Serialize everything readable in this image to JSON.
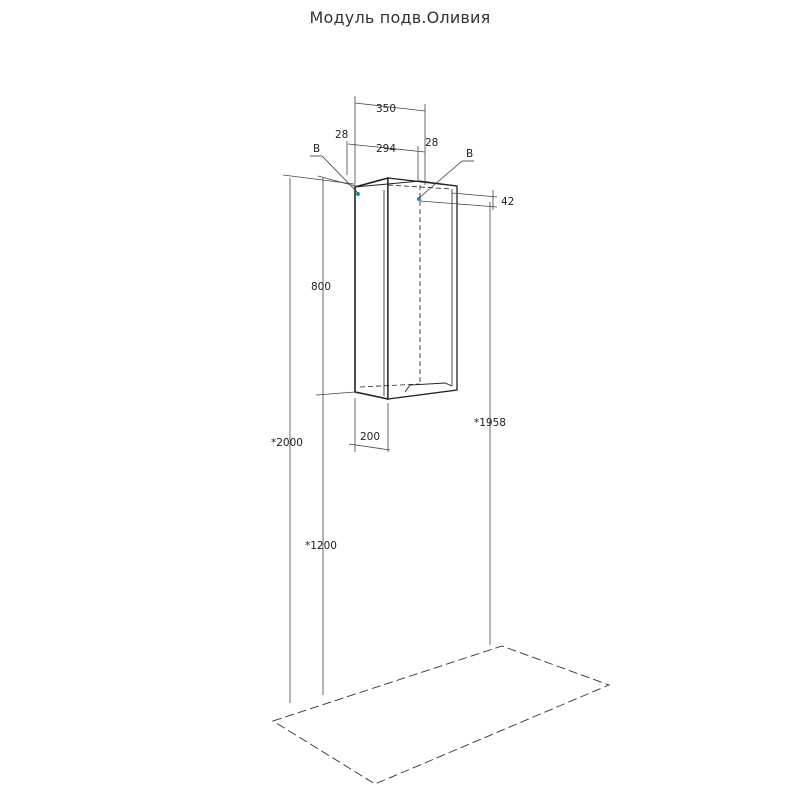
{
  "title": "Модуль подв.Оливия",
  "dimensions": {
    "overall_width": "350",
    "left_side": "28",
    "inner_width": "294",
    "right_side": "28",
    "depth_offset": "42",
    "height": "800",
    "depth": "200",
    "floor_to_top": "*2000",
    "floor_to_bottom": "*1200",
    "floor_to_mount": "*1958"
  },
  "markers": {
    "left": "B",
    "right": "B"
  },
  "colors": {
    "line": "#222222",
    "dim_line": "#444444",
    "mount_point": "#1b8fb0"
  }
}
